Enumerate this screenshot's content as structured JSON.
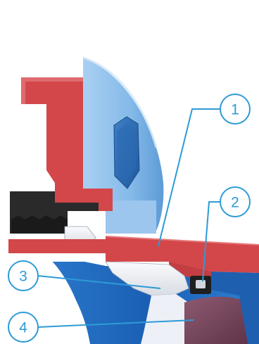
{
  "callouts": [
    {
      "number": "1"
    },
    {
      "number": "2"
    },
    {
      "number": "3"
    },
    {
      "number": "4"
    }
  ],
  "colors": {
    "callout": "#2d9bd6",
    "flange_red": "#d3474a",
    "body_blue": "#7fb6e6",
    "gasket_black": "#2a2a2a",
    "insert_white": "#e9e9ec",
    "pipe_blue": "#1f63b8",
    "liner_white": "#eef0f5",
    "background": "#ffffff"
  },
  "icons": [
    "hex-nut-icon"
  ]
}
